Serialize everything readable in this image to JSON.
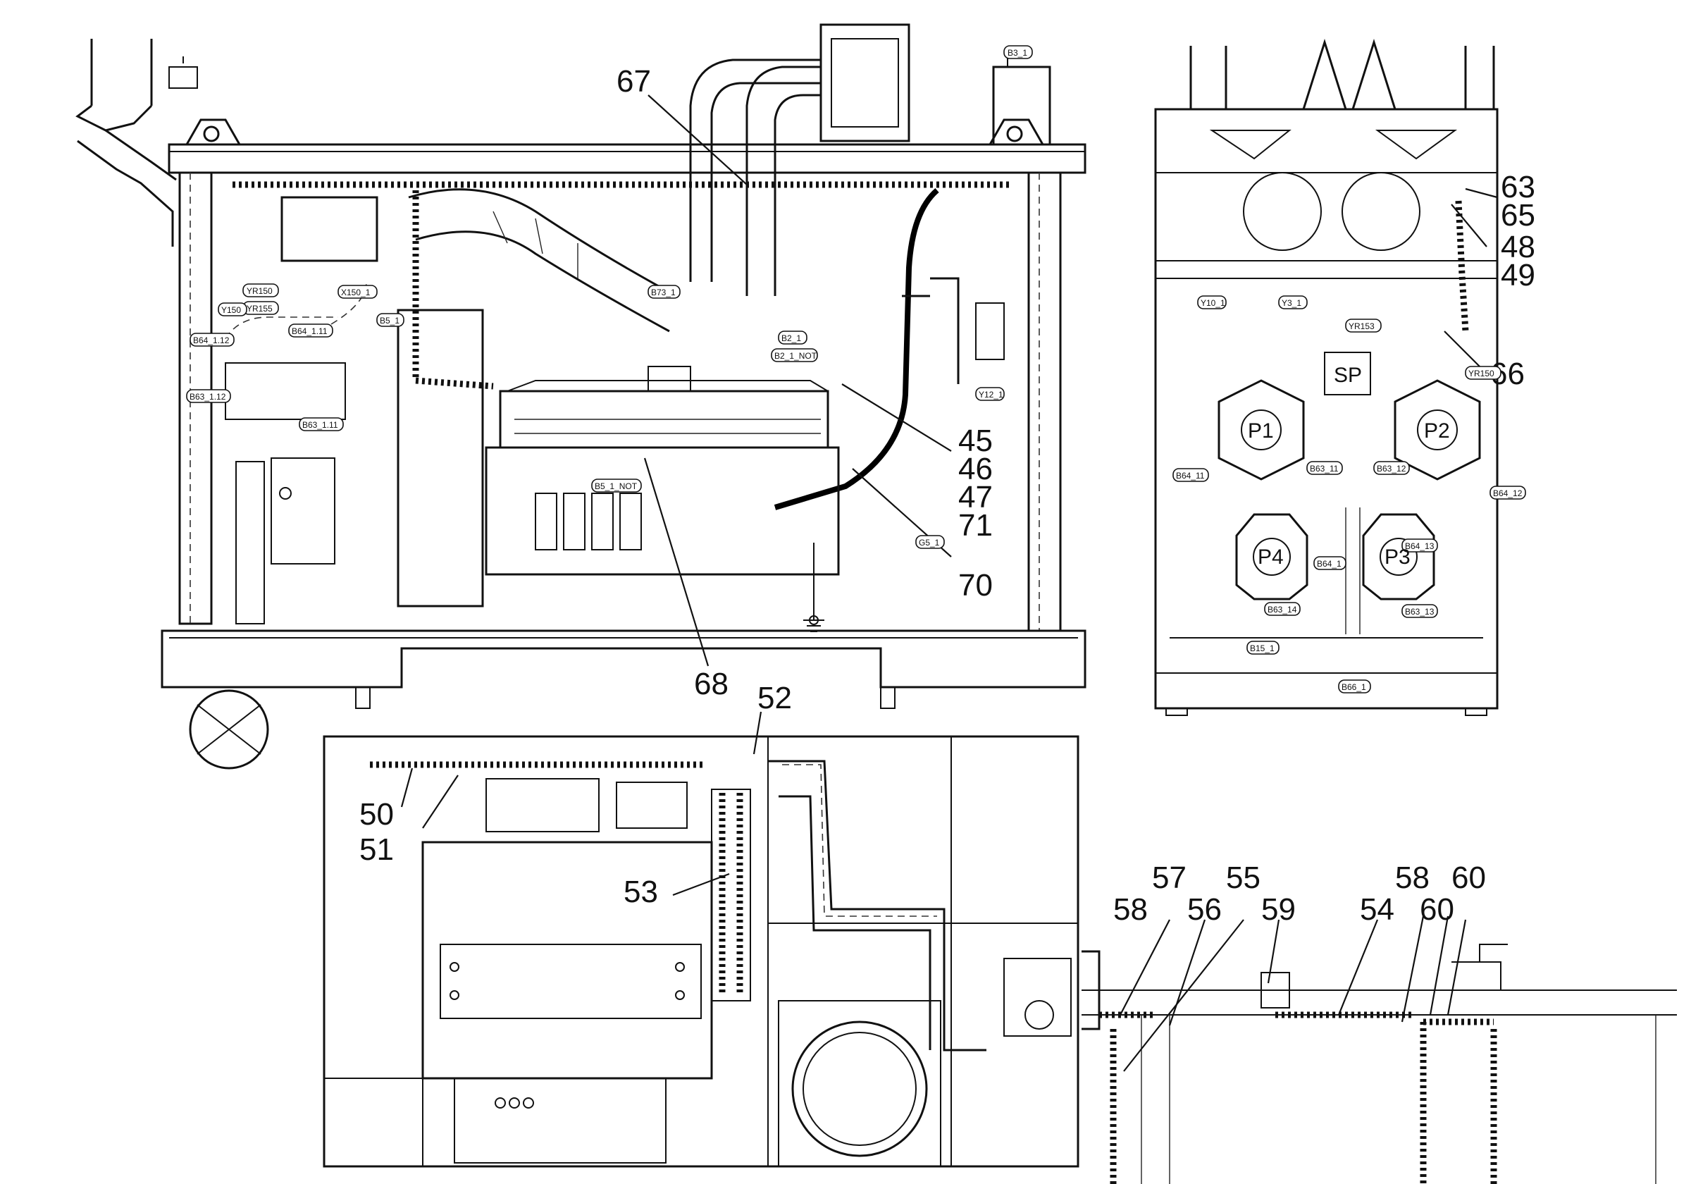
{
  "callouts": {
    "c67": "67",
    "c63": "63",
    "c65": "65",
    "c48": "48",
    "c49": "49",
    "c66": "66",
    "c45": "45",
    "c46": "46",
    "c47": "47",
    "c71": "71",
    "c70": "70",
    "c68": "68",
    "c52": "52",
    "c50": "50",
    "c51": "51",
    "c53": "53",
    "c57": "57",
    "c55": "55",
    "c60a": "60",
    "c58a": "58",
    "c56": "56",
    "c59": "59",
    "c54": "54",
    "c58b": "58",
    "c60b": "60"
  },
  "tags": {
    "B3_1": "B3_1",
    "YR150": "YR150",
    "YR155": "YR155",
    "Y150": "Y150",
    "X150_1": "X150_1",
    "B73_1": "B73_1",
    "B5_1": "B5_1",
    "B64_1_11": "B64_1.11",
    "B64_1_12": "B64_1.12",
    "B63_1_12": "B63_1.12",
    "B63_1_11": "B63_1.11",
    "B2_1": "B2_1",
    "B2_1_NOT": "B2_1_NOT",
    "B5_1_NOT": "B5_1_NOT",
    "Y12_1": "Y12_1",
    "G5_1": "G5_1",
    "Y10_1": "Y10_1",
    "Y3_1": "Y3_1",
    "YR153": "YR153",
    "YR150b": "YR150",
    "B64_11": "B64_11",
    "B64_12": "B64_12",
    "B63_11": "B63_11",
    "B63_12": "B63_12",
    "B64_13": "B64_13",
    "B64_1b": "B64_1",
    "B63_14": "B63_14",
    "B63_13": "B63_13",
    "B15_1": "B15_1",
    "B66_1": "B66_1"
  },
  "pumps": {
    "sp": "SP",
    "p1": "P1",
    "p2": "P2",
    "p3": "P3",
    "p4": "P4"
  }
}
